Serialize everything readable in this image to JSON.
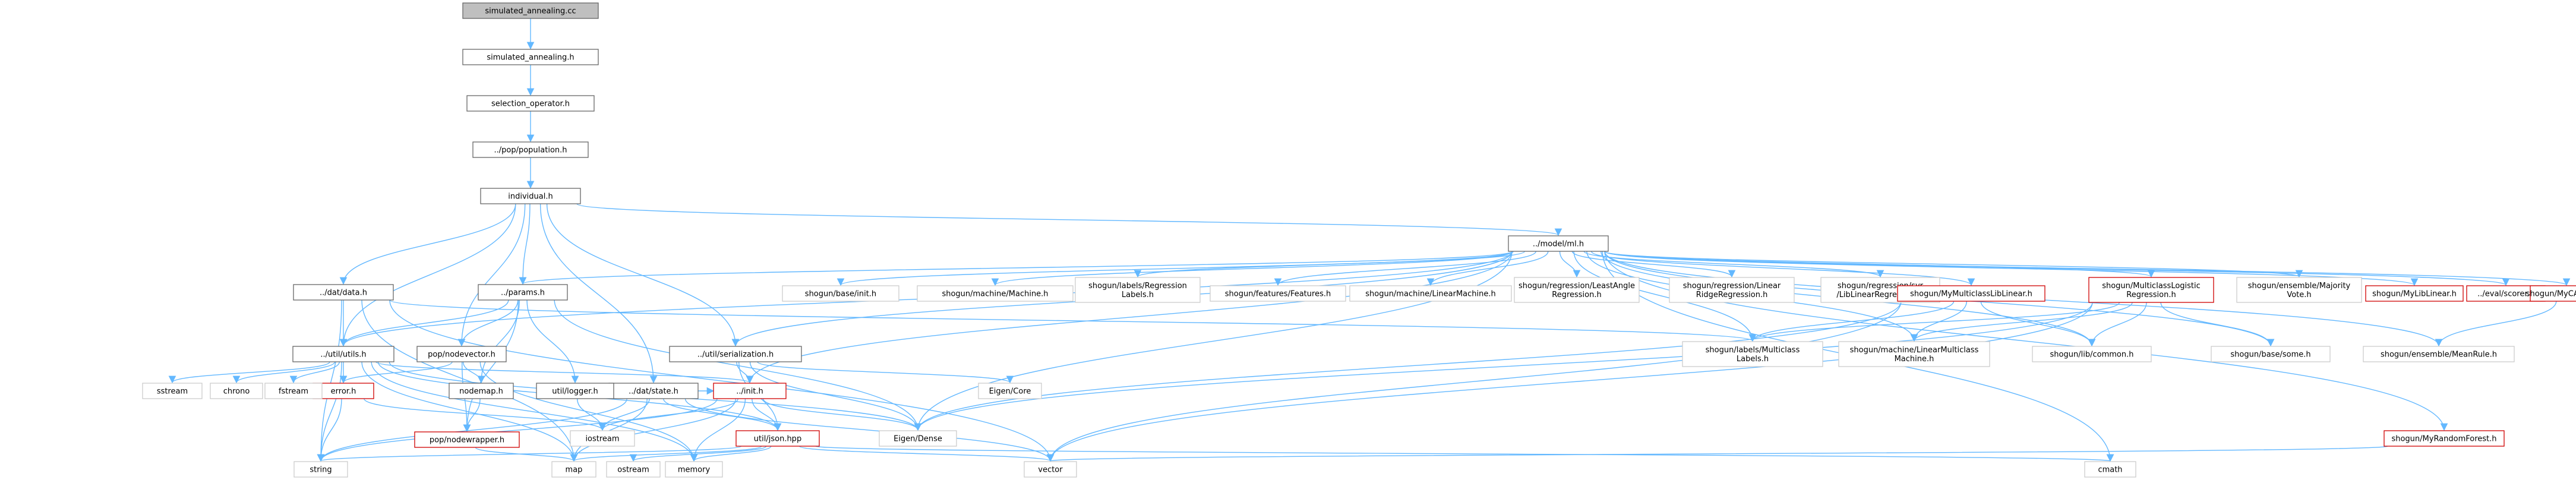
{
  "graph": {
    "nodes": [
      {
        "id": "sa_cc",
        "label": [
          "simulated_annealing.cc"
        ],
        "kind": "root"
      },
      {
        "id": "sa_h",
        "label": [
          "simulated_annealing.h"
        ],
        "kind": "int"
      },
      {
        "id": "selop",
        "label": [
          "selection_operator.h"
        ],
        "kind": "int"
      },
      {
        "id": "pop",
        "label": [
          "../pop/population.h"
        ],
        "kind": "int"
      },
      {
        "id": "indiv",
        "label": [
          "individual.h"
        ],
        "kind": "int"
      },
      {
        "id": "mlh",
        "label": [
          "../model/ml.h"
        ],
        "kind": "int"
      },
      {
        "id": "data",
        "label": [
          "../dat/data.h"
        ],
        "kind": "int"
      },
      {
        "id": "params",
        "label": [
          "../params.h"
        ],
        "kind": "int"
      },
      {
        "id": "utils",
        "label": [
          "../util/utils.h"
        ],
        "kind": "int"
      },
      {
        "id": "nodevec",
        "label": [
          "pop/nodevector.h"
        ],
        "kind": "int"
      },
      {
        "id": "serial",
        "label": [
          "../util/serialization.h"
        ],
        "kind": "int"
      },
      {
        "id": "state",
        "label": [
          "../dat/state.h"
        ],
        "kind": "int"
      },
      {
        "id": "init",
        "label": [
          "../init.h"
        ],
        "kind": "red"
      },
      {
        "id": "error",
        "label": [
          "error.h"
        ],
        "kind": "red"
      },
      {
        "id": "nodemap",
        "label": [
          "nodemap.h"
        ],
        "kind": "int"
      },
      {
        "id": "logger",
        "label": [
          "util/logger.h"
        ],
        "kind": "int"
      },
      {
        "id": "nodewrap",
        "label": [
          "pop/nodewrapper.h"
        ],
        "kind": "red"
      },
      {
        "id": "json",
        "label": [
          "util/json.hpp"
        ],
        "kind": "red"
      },
      {
        "id": "baseinit",
        "label": [
          "shogun/base/init.h"
        ],
        "kind": "ext"
      },
      {
        "id": "machine",
        "label": [
          "shogun/machine/Machine.h"
        ],
        "kind": "ext"
      },
      {
        "id": "reglabels",
        "label": [
          "shogun/labels/Regression",
          "Labels.h"
        ],
        "kind": "ext"
      },
      {
        "id": "features",
        "label": [
          "shogun/features/Features.h"
        ],
        "kind": "ext"
      },
      {
        "id": "linmach",
        "label": [
          "shogun/machine/LinearMachine.h"
        ],
        "kind": "ext"
      },
      {
        "id": "lars",
        "label": [
          "shogun/regression/LeastAngle",
          "Regression.h"
        ],
        "kind": "ext"
      },
      {
        "id": "ridge",
        "label": [
          "shogun/regression/Linear",
          "RidgeRegression.h"
        ],
        "kind": "ext"
      },
      {
        "id": "svr",
        "label": [
          "shogun/regression/svr",
          "/LibLinearRegression.h"
        ],
        "kind": "ext"
      },
      {
        "id": "mclib",
        "label": [
          "shogun/MyMulticlassLibLinear.h"
        ],
        "kind": "red"
      },
      {
        "id": "mclog",
        "label": [
          "shogun/MulticlassLogistic",
          "Regression.h"
        ],
        "kind": "red"
      },
      {
        "id": "majority",
        "label": [
          "shogun/ensemble/Majority",
          "Vote.h"
        ],
        "kind": "ext"
      },
      {
        "id": "mylib",
        "label": [
          "shogun/MyLibLinear.h"
        ],
        "kind": "red"
      },
      {
        "id": "scorer",
        "label": [
          "../eval/scorer.h"
        ],
        "kind": "red"
      },
      {
        "id": "cart",
        "label": [
          "shogun/MyCARTree.h"
        ],
        "kind": "red"
      },
      {
        "id": "mclabels",
        "label": [
          "shogun/labels/Multiclass",
          "Labels.h"
        ],
        "kind": "ext"
      },
      {
        "id": "linmcm",
        "label": [
          "shogun/machine/LinearMulticlass",
          "Machine.h"
        ],
        "kind": "ext"
      },
      {
        "id": "libcommon",
        "label": [
          "shogun/lib/common.h"
        ],
        "kind": "ext"
      },
      {
        "id": "sgobj",
        "label": [
          "shogun/base/some.h"
        ],
        "kind": "ext"
      },
      {
        "id": "meanrule",
        "label": [
          "shogun/ensemble/MeanRule.h"
        ],
        "kind": "ext"
      },
      {
        "id": "eigencore",
        "label": [
          "Eigen/Core"
        ],
        "kind": "ext"
      },
      {
        "id": "eigendense",
        "label": [
          "Eigen/Dense"
        ],
        "kind": "ext"
      },
      {
        "id": "rf",
        "label": [
          "shogun/MyRandomForest.h"
        ],
        "kind": "red"
      },
      {
        "id": "sstream",
        "label": [
          "sstream"
        ],
        "kind": "ext"
      },
      {
        "id": "chrono",
        "label": [
          "chrono"
        ],
        "kind": "ext"
      },
      {
        "id": "fstream",
        "label": [
          "fstream"
        ],
        "kind": "ext"
      },
      {
        "id": "iostream",
        "label": [
          "iostream"
        ],
        "kind": "ext"
      },
      {
        "id": "string",
        "label": [
          "string"
        ],
        "kind": "ext"
      },
      {
        "id": "map",
        "label": [
          "map"
        ],
        "kind": "ext"
      },
      {
        "id": "ostream",
        "label": [
          "ostream"
        ],
        "kind": "ext"
      },
      {
        "id": "memory",
        "label": [
          "memory"
        ],
        "kind": "ext"
      },
      {
        "id": "vector",
        "label": [
          "vector"
        ],
        "kind": "ext"
      },
      {
        "id": "cmath",
        "label": [
          "cmath"
        ],
        "kind": "ext"
      }
    ],
    "edges": [
      [
        "sa_cc",
        "sa_h"
      ],
      [
        "sa_h",
        "selop"
      ],
      [
        "selop",
        "pop"
      ],
      [
        "pop",
        "indiv"
      ],
      [
        "indiv",
        "mlh"
      ],
      [
        "indiv",
        "data"
      ],
      [
        "indiv",
        "params"
      ],
      [
        "indiv",
        "utils"
      ],
      [
        "indiv",
        "nodevec"
      ],
      [
        "indiv",
        "serial"
      ],
      [
        "indiv",
        "state"
      ],
      [
        "mlh",
        "params"
      ],
      [
        "mlh",
        "utils"
      ],
      [
        "mlh",
        "serial"
      ],
      [
        "mlh",
        "init"
      ],
      [
        "mlh",
        "eigendense"
      ],
      [
        "mlh",
        "baseinit"
      ],
      [
        "mlh",
        "machine"
      ],
      [
        "mlh",
        "reglabels"
      ],
      [
        "mlh",
        "features"
      ],
      [
        "mlh",
        "linmach"
      ],
      [
        "mlh",
        "lars"
      ],
      [
        "mlh",
        "ridge"
      ],
      [
        "mlh",
        "svr"
      ],
      [
        "mlh",
        "mclib"
      ],
      [
        "mlh",
        "mclog"
      ],
      [
        "mlh",
        "majority"
      ],
      [
        "mlh",
        "mylib"
      ],
      [
        "mlh",
        "scorer"
      ],
      [
        "mlh",
        "cart"
      ],
      [
        "mlh",
        "mclabels"
      ],
      [
        "mlh",
        "linmcm"
      ],
      [
        "mlh",
        "libcommon"
      ],
      [
        "mlh",
        "sgobj"
      ],
      [
        "mlh",
        "meanrule"
      ],
      [
        "mlh",
        "rf"
      ],
      [
        "mlh",
        "cmath"
      ],
      [
        "data",
        "utils"
      ],
      [
        "data",
        "string"
      ],
      [
        "data",
        "map"
      ],
      [
        "data",
        "vector"
      ],
      [
        "data",
        "mclabels"
      ],
      [
        "params",
        "utils"
      ],
      [
        "params",
        "nodevec"
      ],
      [
        "params",
        "logger"
      ],
      [
        "params",
        "nodemap"
      ],
      [
        "params",
        "nodewrap"
      ],
      [
        "params",
        "eigendense"
      ],
      [
        "utils",
        "sstream"
      ],
      [
        "utils",
        "chrono"
      ],
      [
        "utils",
        "fstream"
      ],
      [
        "utils",
        "error"
      ],
      [
        "utils",
        "init"
      ],
      [
        "utils",
        "eigendense"
      ],
      [
        "utils",
        "string"
      ],
      [
        "utils",
        "map"
      ],
      [
        "utils",
        "memory"
      ],
      [
        "utils",
        "json"
      ],
      [
        "nodevec",
        "error"
      ],
      [
        "nodevec",
        "nodemap"
      ],
      [
        "nodevec",
        "nodewrap"
      ],
      [
        "nodevec",
        "memory"
      ],
      [
        "serial",
        "init"
      ],
      [
        "serial",
        "eigencore"
      ],
      [
        "serial",
        "eigendense"
      ],
      [
        "serial",
        "json"
      ],
      [
        "state",
        "init"
      ],
      [
        "state",
        "json"
      ],
      [
        "state",
        "iostream"
      ],
      [
        "state",
        "string"
      ],
      [
        "state",
        "map"
      ],
      [
        "state",
        "vector"
      ],
      [
        "init",
        "eigendense"
      ],
      [
        "init",
        "json"
      ],
      [
        "init",
        "iostream"
      ],
      [
        "init",
        "string"
      ],
      [
        "init",
        "map"
      ],
      [
        "init",
        "memory"
      ],
      [
        "error",
        "string"
      ],
      [
        "error",
        "iostream"
      ],
      [
        "nodemap",
        "nodewrap"
      ],
      [
        "logger",
        "iostream"
      ],
      [
        "nodewrap",
        "map"
      ],
      [
        "json",
        "map"
      ],
      [
        "json",
        "ostream"
      ],
      [
        "json",
        "memory"
      ],
      [
        "json",
        "vector"
      ],
      [
        "json",
        "string"
      ],
      [
        "json",
        "cmath"
      ],
      [
        "mclib",
        "mclabels"
      ],
      [
        "mclib",
        "linmcm"
      ],
      [
        "mclib",
        "libcommon"
      ],
      [
        "mclib",
        "vector"
      ],
      [
        "mclib",
        "eigendense"
      ],
      [
        "mclog",
        "mclabels"
      ],
      [
        "mclog",
        "linmcm"
      ],
      [
        "mclog",
        "libcommon"
      ],
      [
        "mclog",
        "sgobj"
      ],
      [
        "mclog",
        "eigendense"
      ],
      [
        "mclog",
        "vector"
      ],
      [
        "cart",
        "meanrule"
      ],
      [
        "rf",
        "vector"
      ]
    ]
  }
}
